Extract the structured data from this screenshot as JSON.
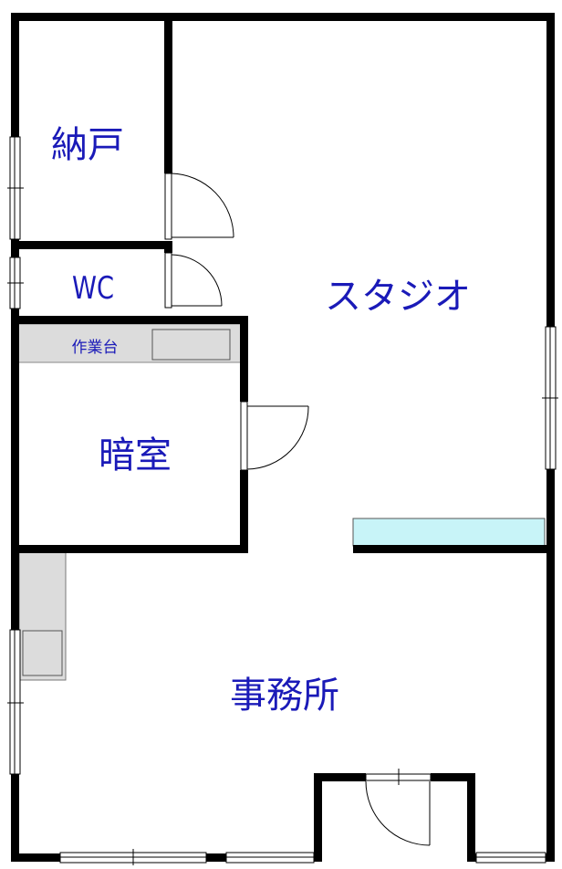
{
  "rooms": {
    "storage": "納戸",
    "wc": "WC",
    "workbench": "作業台",
    "darkroom": "暗室",
    "studio": "スタジオ",
    "office": "事務所"
  },
  "colors": {
    "label": "#1a1ab8",
    "wall": "#000000",
    "counter": "#dcdcdc",
    "glass_counter": "#c8f4f8"
  }
}
